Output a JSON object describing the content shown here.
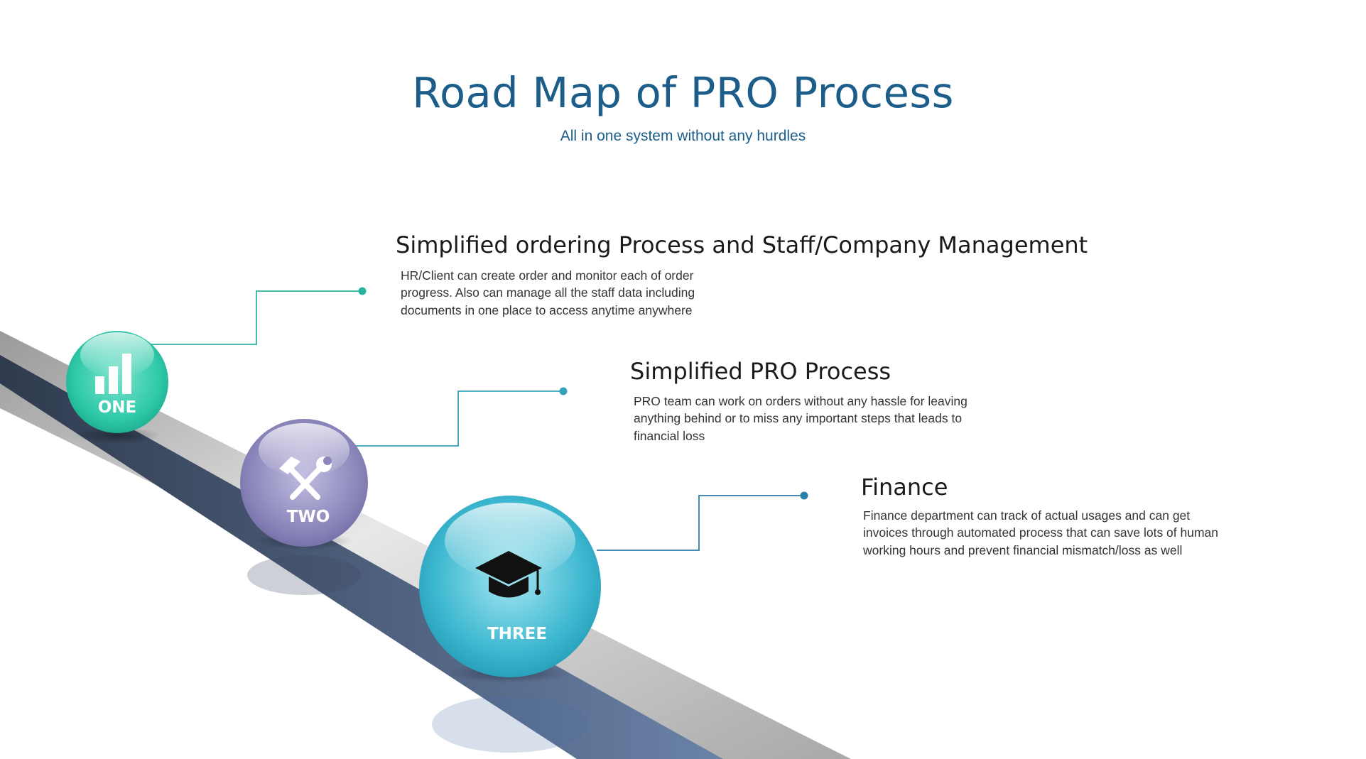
{
  "title": "Road Map of PRO Process",
  "subtitle": "All in one system without any hurdles",
  "steps": [
    {
      "number_label": "ONE",
      "icon": "bar-chart-icon",
      "title": "Simplified ordering Process and Staff/Company Management",
      "description": "HR/Client can create order and monitor each of order progress. Also can manage all the staff data including documents in one place to access anytime anywhere"
    },
    {
      "number_label": "TWO",
      "icon": "hammer-wrench-icon",
      "title": "Simplified PRO Process",
      "description": "PRO team can work on orders without any hassle for leaving anything behind or to miss any important steps that leads to financial loss"
    },
    {
      "number_label": "THREE",
      "icon": "graduation-cap-icon",
      "title": "Finance",
      "description": "Finance department can track of actual usages and can get invoices through automated process that can save lots of human working hours and prevent financial mismatch/loss as well"
    }
  ],
  "colors": {
    "title": "#1c5d8a",
    "orb_one": "#2ec9a8",
    "orb_two": "#8c87bb",
    "orb_three": "#3bb7cf",
    "connector_one": "#2bb3a0",
    "connector_two": "#35a3b8",
    "connector_three": "#2a7fab",
    "road_stripe": "#3d4f6b"
  }
}
